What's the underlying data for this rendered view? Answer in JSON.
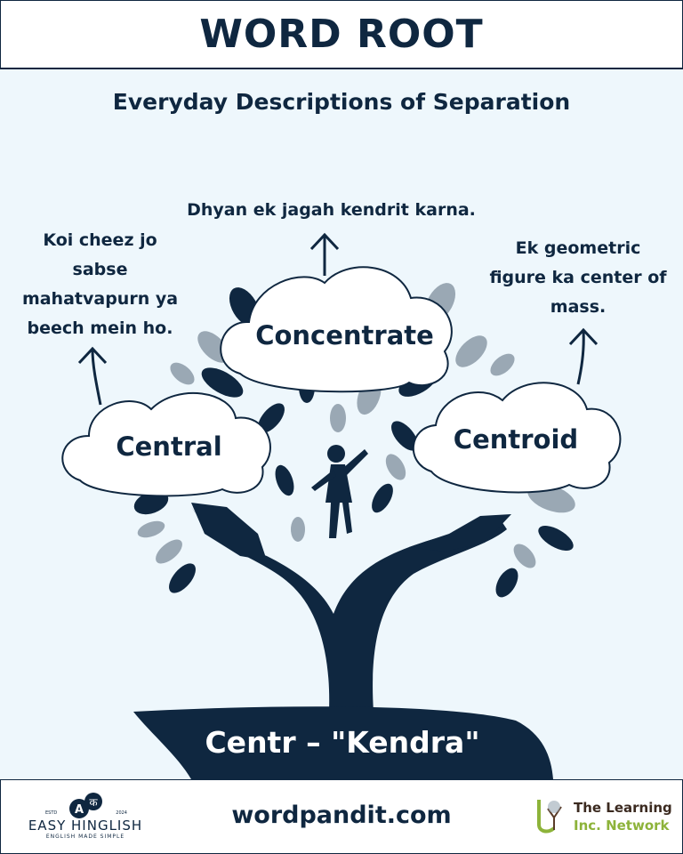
{
  "header": {
    "title": "WORD ROOT"
  },
  "subtitle": "Everyday Descriptions of Separation",
  "words": [
    {
      "word": "Concentrate",
      "meaning": "Dhyan ek jagah kendrit karna."
    },
    {
      "word": "Central",
      "meaning_lines": [
        "Koi cheez jo",
        "sabse",
        "mahatvapurn ya",
        "beech mein ho."
      ]
    },
    {
      "word": "Centroid",
      "meaning_lines": [
        "Ek geometric",
        "figure ka center of",
        "mass."
      ]
    }
  ],
  "root": "Centr – \"Kendra\"",
  "footer": {
    "site": "wordpandit.com",
    "left_logo": {
      "name": "EASY HINGLISH",
      "tagline": "ENGLISH MADE SIMPLE",
      "estd": "ESTD",
      "year": "2024",
      "letters": [
        "A",
        "क"
      ]
    },
    "right_logo": {
      "line1": "The Learning",
      "line2": "Inc. Network"
    }
  },
  "colors": {
    "navy": "#0f2740",
    "background": "#eef7fc",
    "leaf_grey": "#9aa8b4",
    "green": "#8db33a"
  }
}
